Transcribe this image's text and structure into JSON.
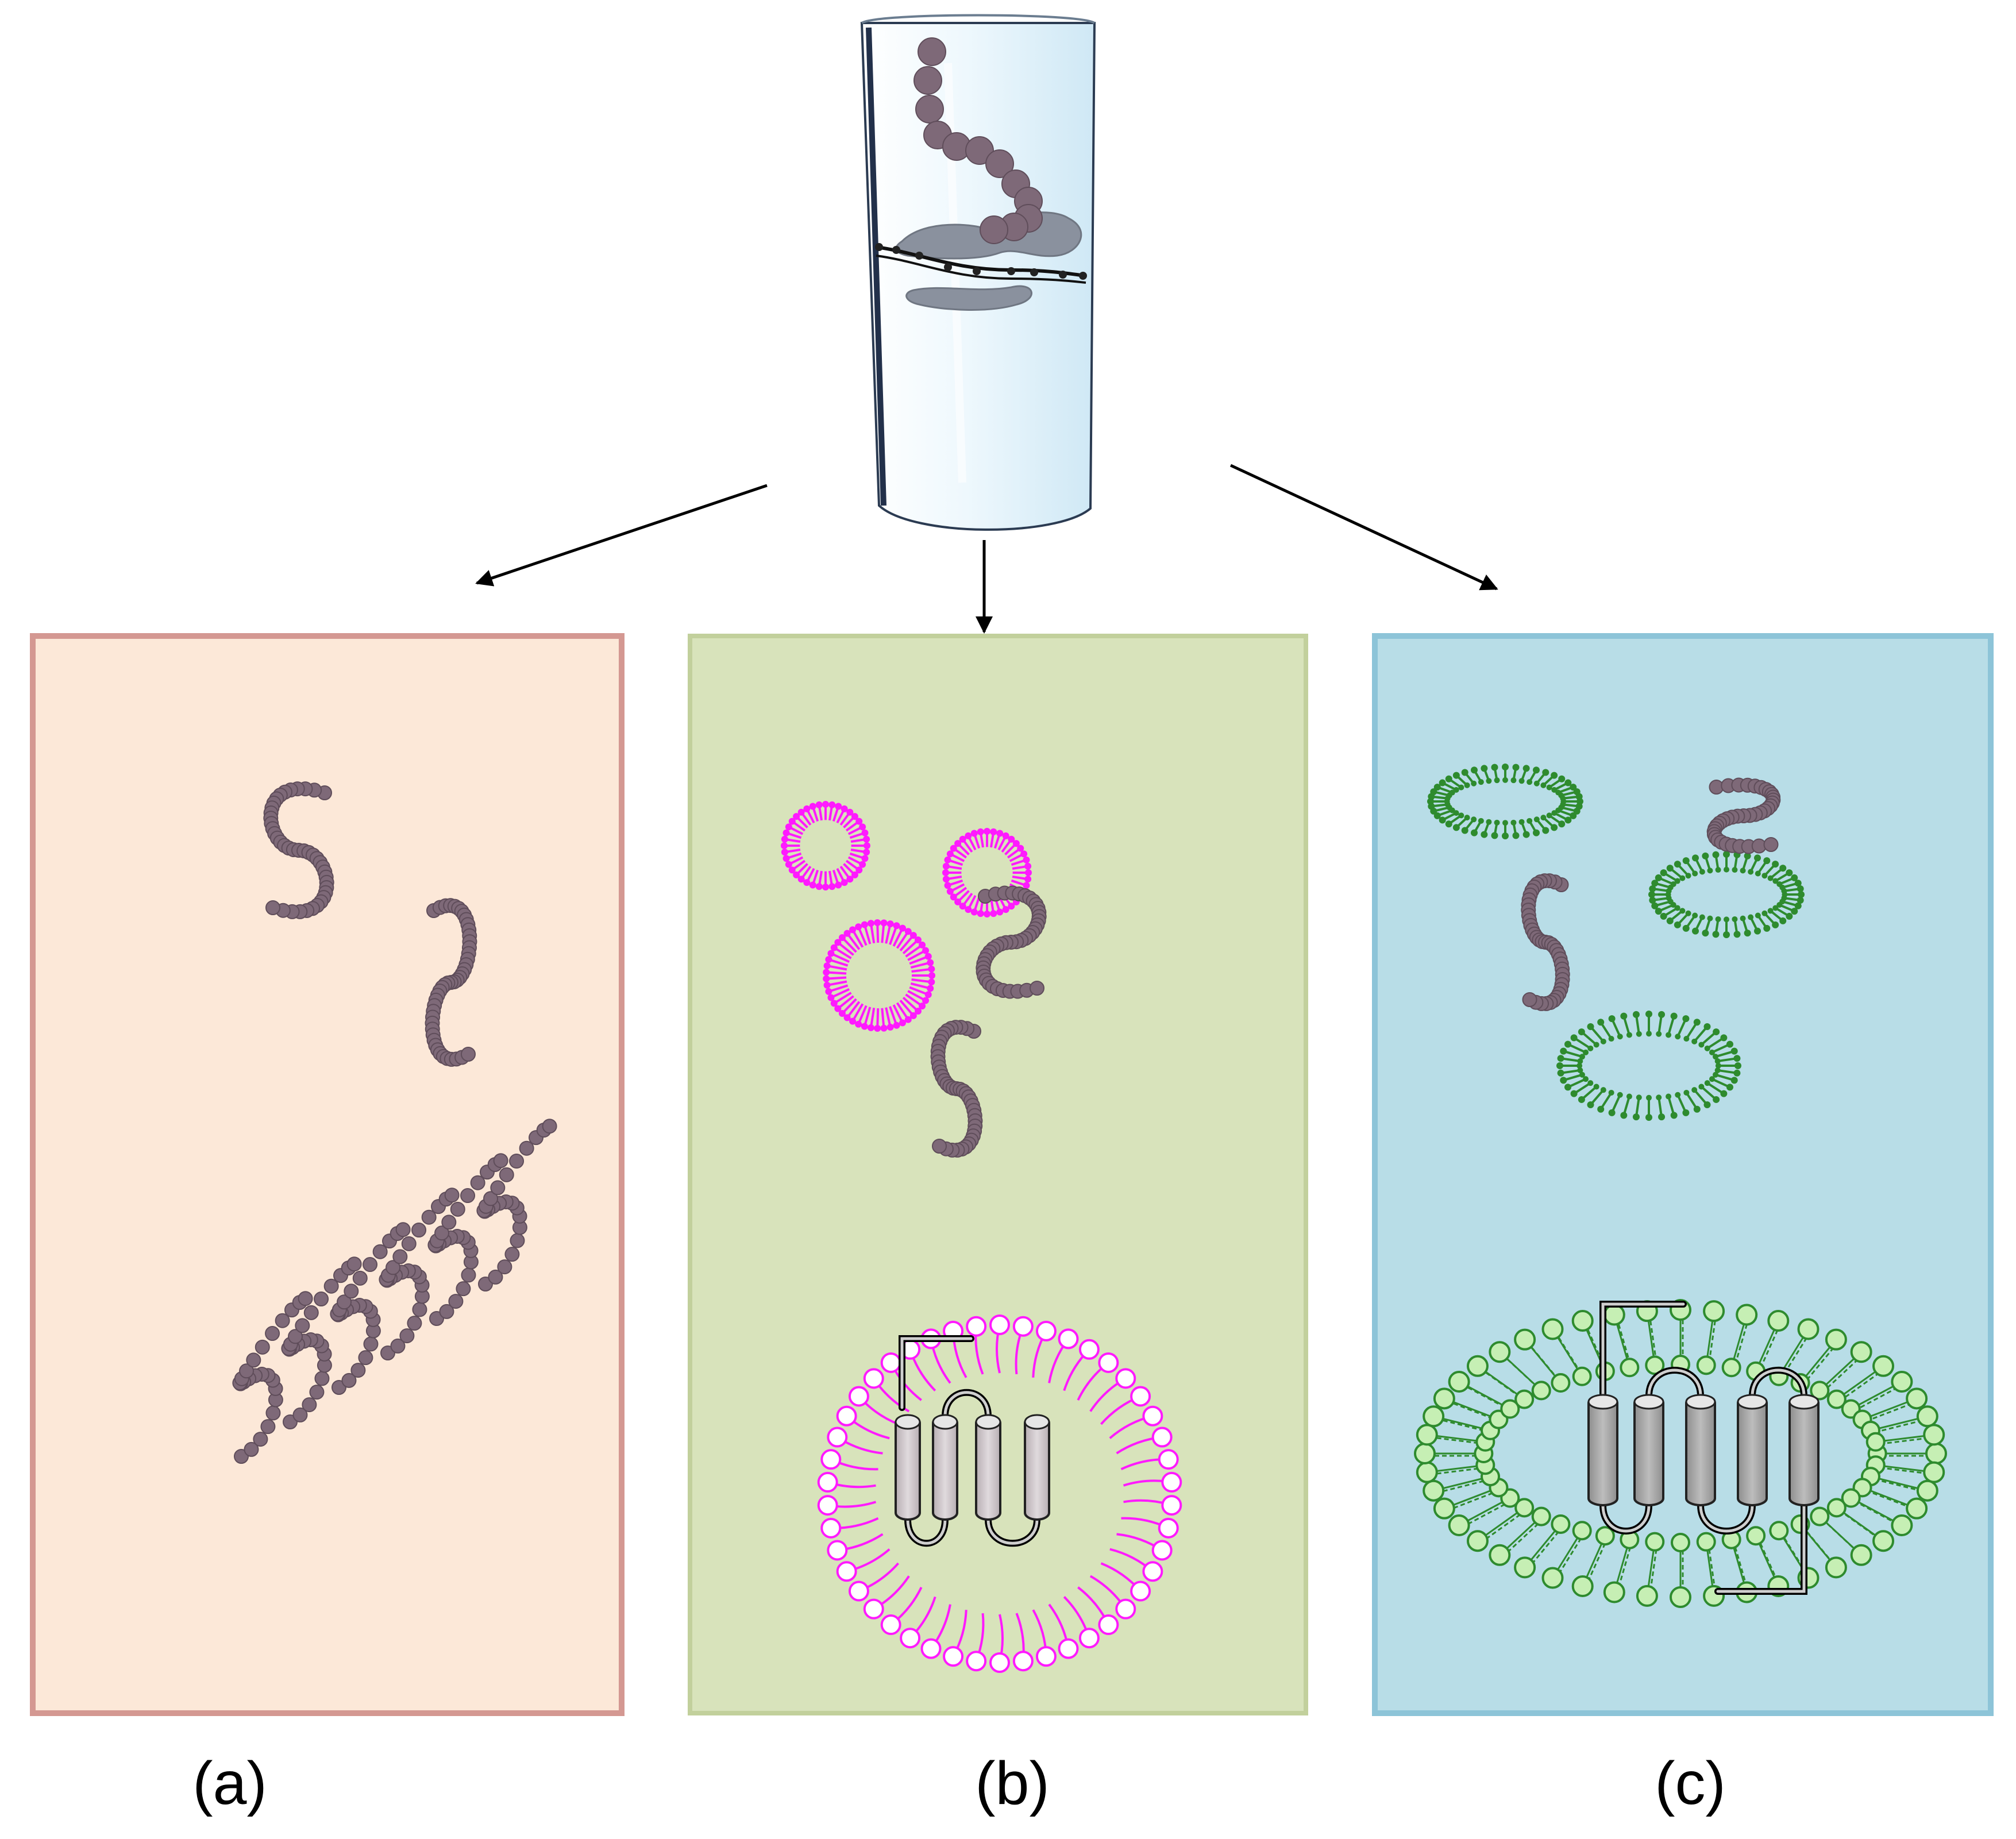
{
  "panels": [
    {
      "id": "a",
      "label": "(a)",
      "fill": "#fce8d8",
      "border": "#d49892"
    },
    {
      "id": "b",
      "label": "(b)",
      "fill": "#d8e3bb",
      "border": "#c2d09c"
    },
    {
      "id": "c",
      "label": "(c)",
      "fill": "#b8dde7",
      "border": "#8dc4d8"
    }
  ],
  "colors": {
    "peptide_bead": "#7e6978",
    "peptide_bead_edge": "#5f4d5a",
    "micelle_lipid": "#ff1aff",
    "bicelle_lipid": "#2e8b2e",
    "bicelle_headgroup_fill": "#c6efb4",
    "helix_light": "#cfc7cb",
    "helix_dark": "#a9a9a9",
    "tube_glass": "#e2f2fb",
    "arrow": "#000000"
  },
  "icons": {
    "source_tube": "test-tube-icon",
    "arrows": "arrow-down-icon"
  }
}
